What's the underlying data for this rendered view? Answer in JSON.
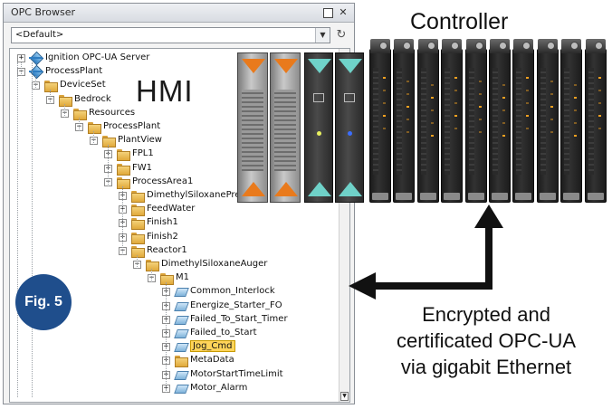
{
  "window": {
    "title": "OPC Browser",
    "restore_icon": "restore-icon",
    "close_icon": "close-icon",
    "close_glyph": "✕",
    "server_select": {
      "value": "<Default>"
    },
    "refresh_icon": "refresh-icon",
    "refresh_glyph": "↻",
    "dropdown_glyph": "▼",
    "scroll_down_glyph": "▼"
  },
  "tree": [
    {
      "label": "Ignition OPC-UA Server",
      "icon": "server",
      "depth": 0,
      "expander": "+"
    },
    {
      "label": "ProcessPlant",
      "icon": "server",
      "depth": 0,
      "expander": "−"
    },
    {
      "label": "DeviceSet",
      "icon": "folder",
      "depth": 1,
      "expander": "−"
    },
    {
      "label": "Bedrock",
      "icon": "folder",
      "depth": 2,
      "expander": "−"
    },
    {
      "label": "Resources",
      "icon": "folder",
      "depth": 3,
      "expander": "−"
    },
    {
      "label": "ProcessPlant",
      "icon": "folder",
      "depth": 4,
      "expander": "−"
    },
    {
      "label": "PlantView",
      "icon": "folder",
      "depth": 5,
      "expander": "−"
    },
    {
      "label": "FPL1",
      "icon": "folder",
      "depth": 6,
      "expander": "+"
    },
    {
      "label": "FW1",
      "icon": "folder",
      "depth": 6,
      "expander": "+"
    },
    {
      "label": "ProcessArea1",
      "icon": "folder",
      "depth": 6,
      "expander": "−"
    },
    {
      "label": "DimethylSiloxanePrep",
      "icon": "folder",
      "depth": 7,
      "expander": "+"
    },
    {
      "label": "FeedWater",
      "icon": "folder",
      "depth": 7,
      "expander": "+"
    },
    {
      "label": "Finish1",
      "icon": "folder",
      "depth": 7,
      "expander": "+"
    },
    {
      "label": "Finish2",
      "icon": "folder",
      "depth": 7,
      "expander": "+"
    },
    {
      "label": "Reactor1",
      "icon": "folder",
      "depth": 7,
      "expander": "−"
    },
    {
      "label": "DimethylSiloxaneAuger",
      "icon": "folder",
      "depth": 8,
      "expander": "−"
    },
    {
      "label": "M1",
      "icon": "folder",
      "depth": 9,
      "expander": "−"
    },
    {
      "label": "Common_Interlock",
      "icon": "tag",
      "depth": 10,
      "expander": "+"
    },
    {
      "label": "Energize_Starter_FO",
      "icon": "tag",
      "depth": 10,
      "expander": "+"
    },
    {
      "label": "Failed_To_Start_Timer",
      "icon": "tag",
      "depth": 10,
      "expander": "+"
    },
    {
      "label": "Failed_to_Start",
      "icon": "tag",
      "depth": 10,
      "expander": "+"
    },
    {
      "label": "Jog_Cmd",
      "icon": "tag",
      "depth": 10,
      "expander": "+",
      "selected": true
    },
    {
      "label": "MetaData",
      "icon": "folder",
      "depth": 10,
      "expander": "+"
    },
    {
      "label": "MotorStartTimeLimit",
      "icon": "tag",
      "depth": 10,
      "expander": "+"
    },
    {
      "label": "Motor_Alarm",
      "icon": "tag",
      "depth": 10,
      "expander": "+"
    }
  ],
  "annotations": {
    "hmi_label": "HMI",
    "figure_badge": "Fig. 5",
    "controller_label": "Controller",
    "caption_lines": [
      "Encrypted and",
      "certificated OPC-UA",
      "via gigabit Ethernet"
    ]
  },
  "colors": {
    "badge": "#1f4e8c",
    "selection": "#ffd45a",
    "psu_accent": "#e97a1c",
    "cpu_accent": "#6fd2c9",
    "status_led": "#f0a020"
  }
}
